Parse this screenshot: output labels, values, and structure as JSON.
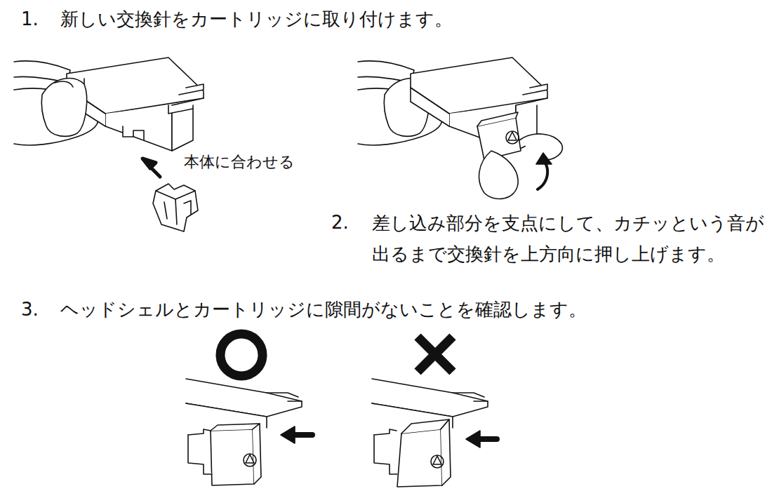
{
  "diagram": {
    "labels": [
      "1.",
      "新しい交換針をカートリッジに取り付けます。",
      "本体に合わせる",
      "2.",
      "差し込み部分を支点にして、カチッという音が 出るまで交換針を上方向に押し上げます。",
      "3.",
      "ヘッドシェルとカートリッジに隙間がないことを確認します。"
    ]
  }
}
